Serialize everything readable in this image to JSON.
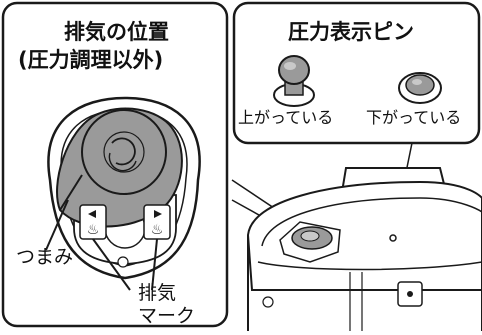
{
  "left_panel": {
    "title_line1": "排気の位置",
    "title_line2": "(圧力調理以外)",
    "label_knob": "つまみ",
    "label_mark_line1": "排気",
    "label_mark_line2": "マーク"
  },
  "right_panel": {
    "title": "圧力表示ピン",
    "label_up": "上がっている",
    "label_down": "下がっている"
  },
  "colors": {
    "outline": "#1a1a1a",
    "knob_fill": "#9a9a9a",
    "knob_light": "#c9c9c9",
    "background": "#ffffff"
  }
}
